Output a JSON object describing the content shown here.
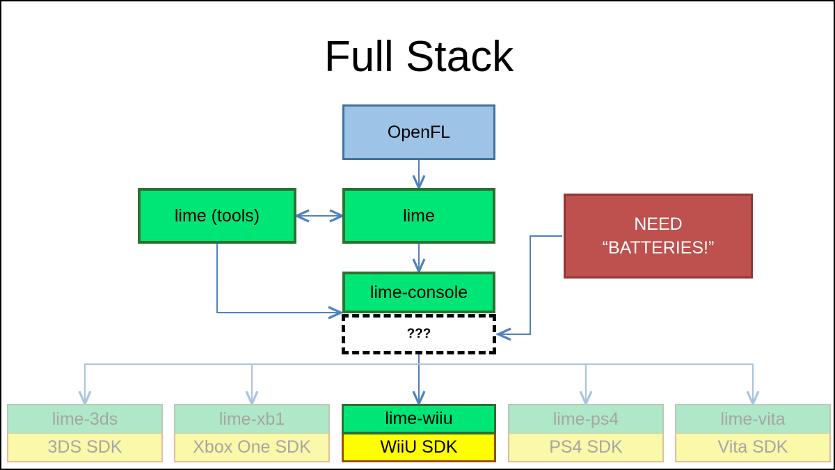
{
  "slide": {
    "title": "Full Stack",
    "background": "#ffffff",
    "border_color": "#000000"
  },
  "nodes": {
    "openfl": {
      "label": "OpenFL",
      "fill": "#9DC3E6",
      "stroke": "#41719C"
    },
    "lime_tools": {
      "label": "lime (tools)",
      "fill": "#00E676",
      "stroke": "#2E7031"
    },
    "lime": {
      "label": "lime",
      "fill": "#00E676",
      "stroke": "#2E7031"
    },
    "lime_console": {
      "label": "lime-console",
      "fill": "#00E676",
      "stroke": "#2E7031"
    },
    "unknown": {
      "label": "???",
      "fill": "#ffffff",
      "stroke": "#000000"
    },
    "need": {
      "line1": "NEED",
      "line2": "“BATTERIES!”",
      "fill": "#BE504D",
      "stroke": "#923734",
      "text_color": "#ffffff"
    }
  },
  "platforms": [
    {
      "id": "3ds",
      "lib": "lime-3ds",
      "sdk": "3DS SDK",
      "state": "faded"
    },
    {
      "id": "xb1",
      "lib": "lime-xb1",
      "sdk": "Xbox One SDK",
      "state": "faded"
    },
    {
      "id": "wiiu",
      "lib": "lime-wiiu",
      "sdk": "WiiU SDK",
      "state": "active"
    },
    {
      "id": "ps4",
      "lib": "lime-ps4",
      "sdk": "PS4 SDK",
      "state": "faded"
    },
    {
      "id": "vita",
      "lib": "lime-vita",
      "sdk": "Vita SDK",
      "state": "faded"
    }
  ],
  "connectors": {
    "accent": "#4F81BD",
    "faded_accent": "#A9C4E0",
    "list": [
      {
        "from": "openfl",
        "to": "lime",
        "style": "arrow-down"
      },
      {
        "from": "lime_tools",
        "to": "lime",
        "style": "double-arrow-horizontal"
      },
      {
        "from": "lime",
        "to": "lime_console",
        "style": "arrow-down"
      },
      {
        "from": "lime_tools",
        "to": "lime_console",
        "style": "elbow-arrow-right"
      },
      {
        "from": "need",
        "to": "unknown",
        "style": "elbow-arrow-left"
      },
      {
        "from": "unknown",
        "to": "lime-3ds",
        "style": "tree-branch-faded"
      },
      {
        "from": "unknown",
        "to": "lime-xb1",
        "style": "tree-branch-faded"
      },
      {
        "from": "unknown",
        "to": "lime-wiiu",
        "style": "tree-branch-accent"
      },
      {
        "from": "unknown",
        "to": "lime-ps4",
        "style": "tree-branch-faded"
      },
      {
        "from": "unknown",
        "to": "lime-vita",
        "style": "tree-branch-faded"
      }
    ]
  }
}
